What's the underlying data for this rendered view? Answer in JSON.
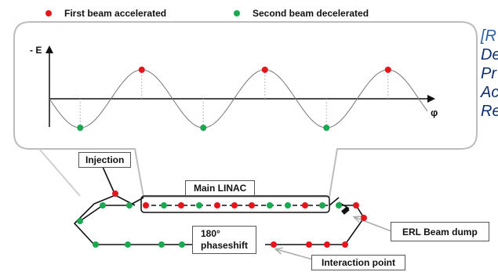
{
  "legend": {
    "first_label": "First beam accelerated",
    "second_label": "Second beam decelerated",
    "first_color": "#e8141b",
    "second_color": "#1aa851"
  },
  "wave": {
    "y_axis_label": "- E",
    "x_axis_label": "φ"
  },
  "side_text": [
    "[R",
    "De",
    "Pr",
    "Ac",
    "Re"
  ],
  "labels": {
    "injection": "Injection",
    "main_linac": "Main LINAC",
    "phaseshift": "180°\nphaseshift",
    "phaseshift_line1": "180°",
    "phaseshift_line2": "phaseshift",
    "beam_dump": "ERL Beam dump",
    "interaction_point": "Interaction point"
  },
  "colors": {
    "track": "#111111",
    "callout_border": "#555555",
    "zoom_border": "#bdbdbd",
    "side_text": "#0f2f6f"
  }
}
